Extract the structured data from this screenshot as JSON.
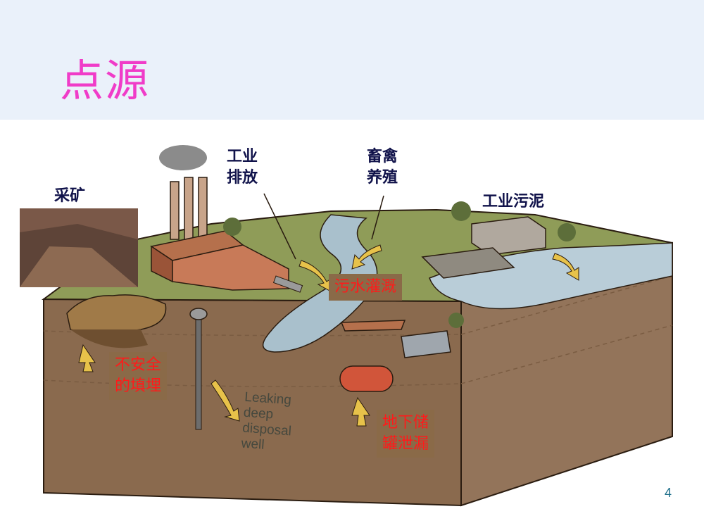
{
  "slide": {
    "title": "点源",
    "page_number": "4"
  },
  "diagram": {
    "labels": {
      "mining": "采矿",
      "industrial_discharge": "工业\n排放",
      "livestock": "畜禽\n养殖",
      "industrial_sludge": "工业污泥",
      "sewage_irrigation": "污水灌溉",
      "unsafe_landfill": "不安全\n的填埋",
      "tank_leak": "地下储\n罐泄漏",
      "deep_well": "Leaking\ndeep\ndisposal\nwell"
    },
    "colors": {
      "title": "#f03cc8",
      "label_box_bg": "#8a6a48",
      "label_box_text": "#ff1a1a",
      "label_text": "#10124a",
      "header_bg": "#eaf1fa"
    }
  }
}
